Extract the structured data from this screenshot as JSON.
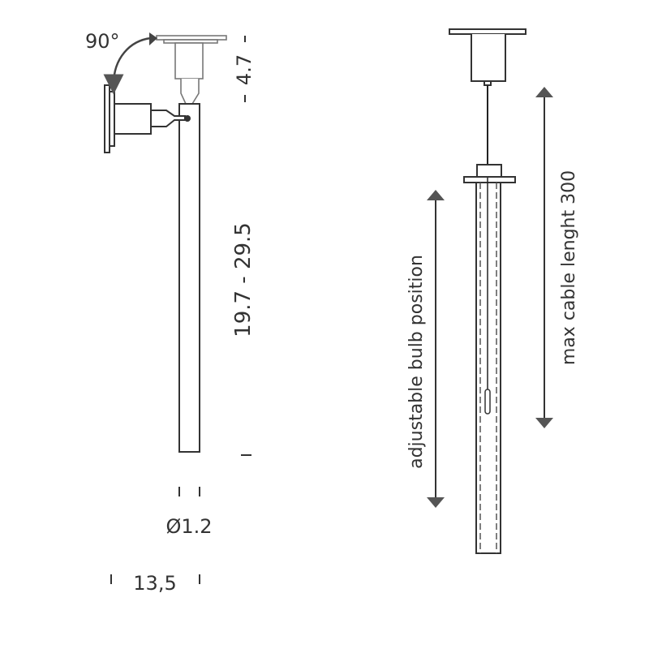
{
  "left_view": {
    "rotation_label": "90°",
    "dim_canopy": "4.7",
    "dim_length": "19.7 - 29.5",
    "dim_diameter": "Ø1.2",
    "dim_projection": "13,5"
  },
  "right_view": {
    "bulb_label": "adjustable bulb position",
    "cable_label": "max cable lenght 300"
  },
  "colors": {
    "line": "#333333",
    "arrow": "#555555"
  }
}
